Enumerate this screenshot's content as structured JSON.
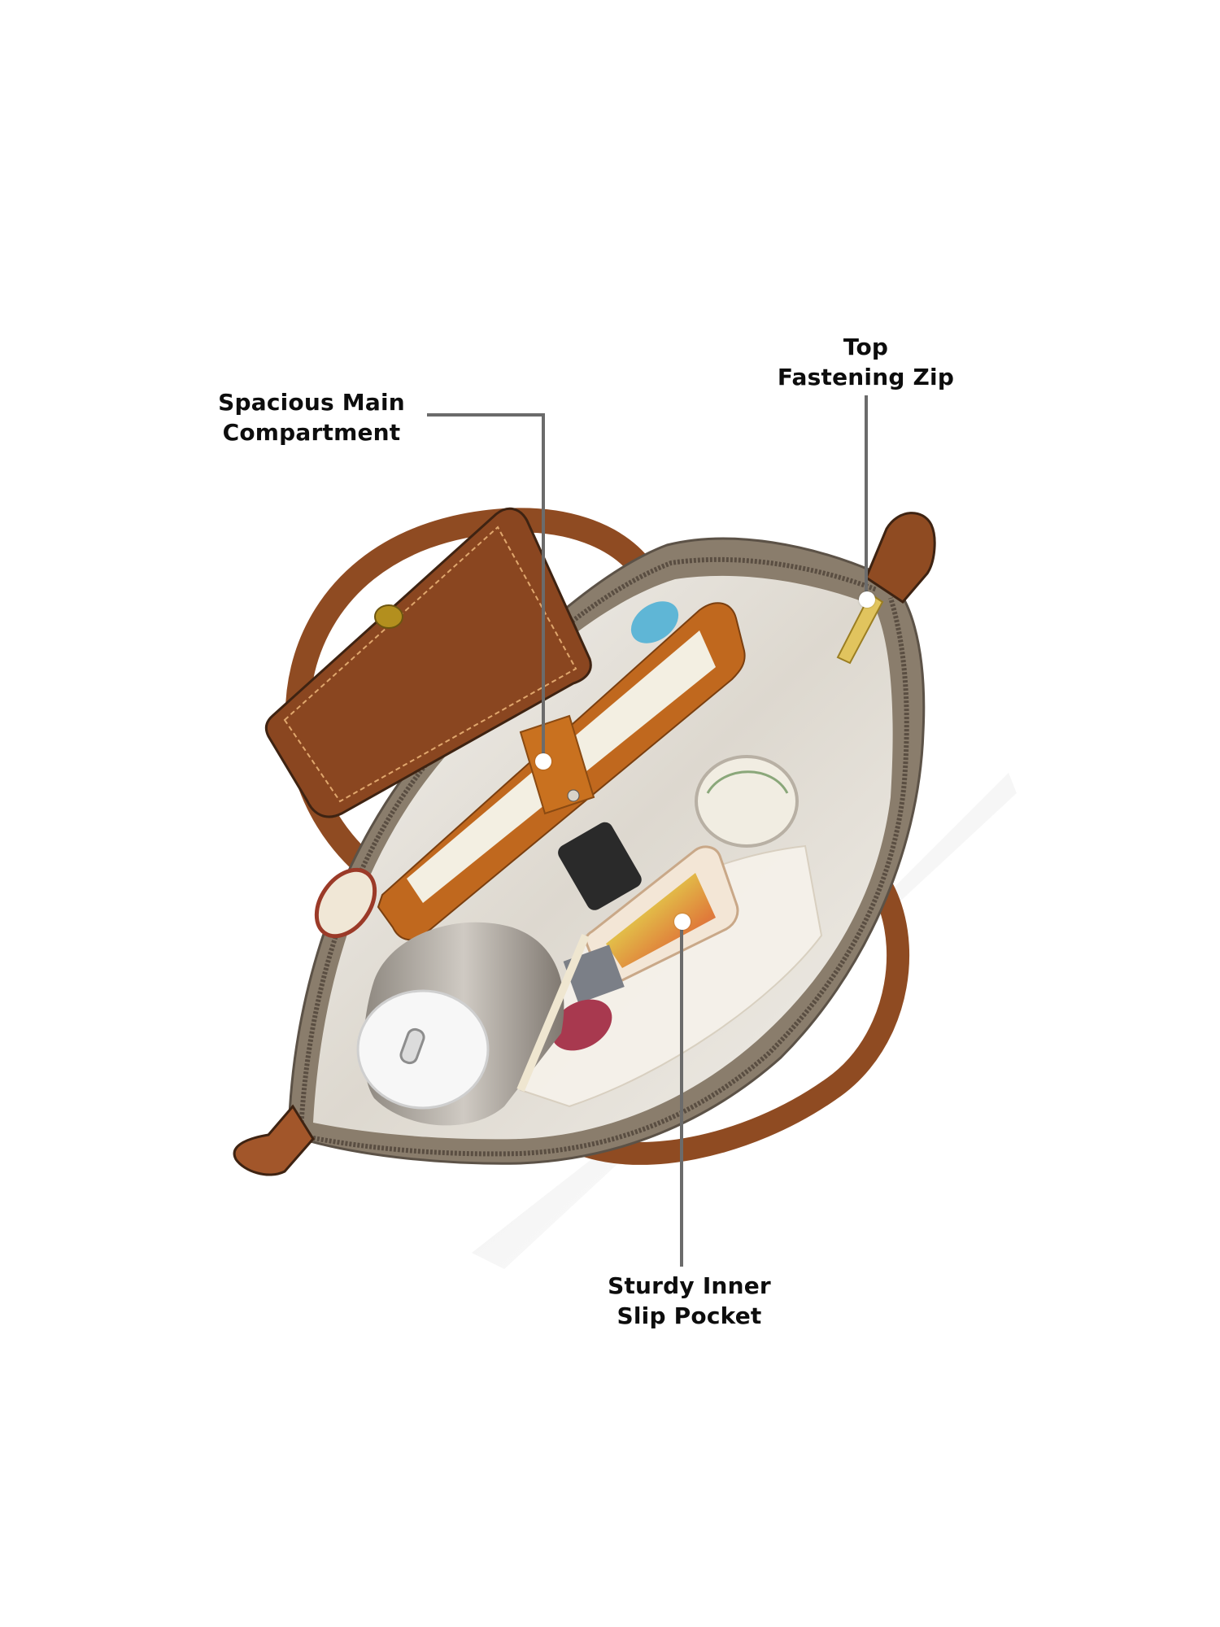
{
  "image": {
    "subject": "Open tote bag viewed from above showing interior contents",
    "background_color": "#ffffff",
    "colors": {
      "bag_body": "#8a7d6c",
      "bag_lining": "#e9e5de",
      "leather_trim": "#8c4a22",
      "notebook_leather": "#c0681e",
      "zipper_gold": "#d9b650",
      "leader_line": "#6b6b6b",
      "label_text": "#0d0d0d"
    }
  },
  "callouts": [
    {
      "id": "main-compartment",
      "line1": "Spacious Main",
      "line2": "Compartment"
    },
    {
      "id": "top-zip",
      "line1": "Top",
      "line2": "Fastening Zip"
    },
    {
      "id": "inner-pocket",
      "line1": "Sturdy Inner",
      "line2": "Slip Pocket"
    }
  ]
}
